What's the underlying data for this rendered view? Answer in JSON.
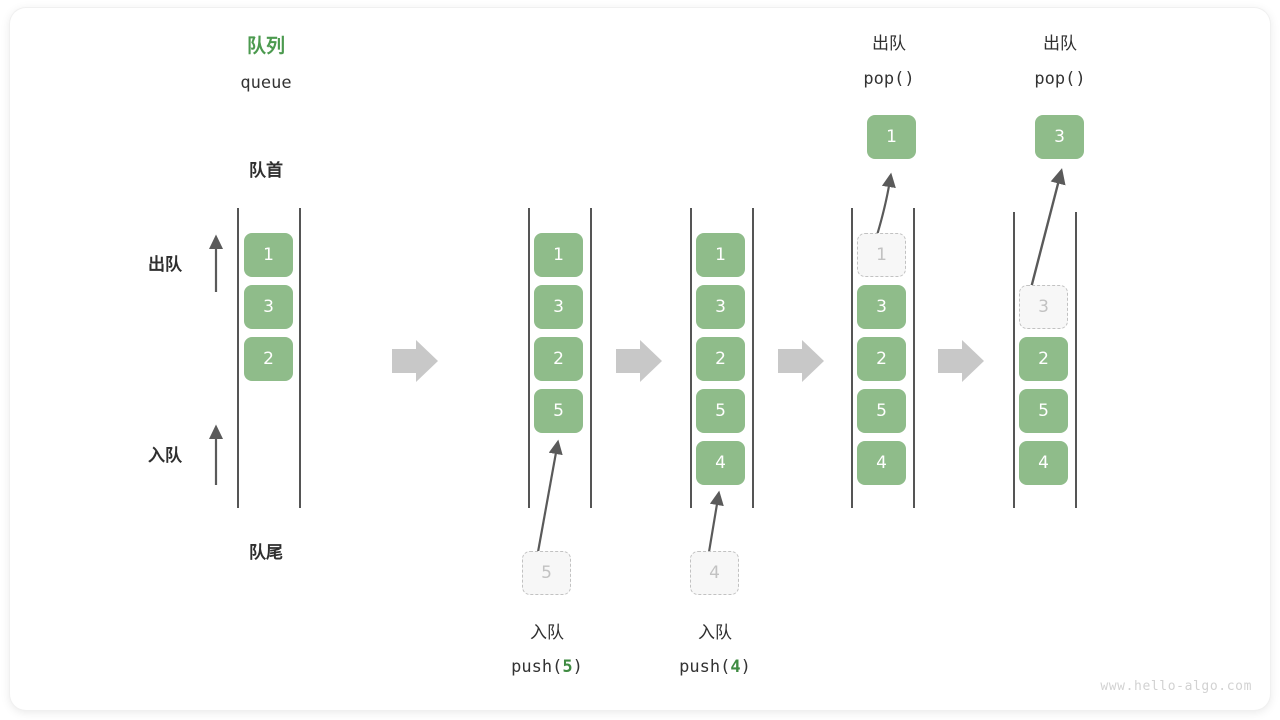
{
  "diagram": {
    "title_cn": "队列",
    "title_en": "queue",
    "front_label": "队首",
    "rear_label": "队尾",
    "dequeue_side_label": "出队",
    "enqueue_side_label": "入队",
    "watermark": "www.hello-algo.com",
    "accent_green": "#4c9a4f",
    "box_green": "#8fbc8a",
    "ghost_gray": "#c2c2c2",
    "arrow_gray": "#c8c8c8",
    "rail_gray": "#555555"
  },
  "panels": [
    {
      "id": "initial",
      "caption_cn": "",
      "caption_code": "",
      "items": [
        {
          "value": "1",
          "state": "filled"
        },
        {
          "value": "3",
          "state": "filled"
        },
        {
          "value": "2",
          "state": "filled"
        }
      ]
    },
    {
      "id": "push-5",
      "caption_cn": "入队",
      "caption_code_prefix": "push(",
      "caption_code_arg": "5",
      "caption_code_suffix": ")",
      "incoming_value": "5",
      "items": [
        {
          "value": "1",
          "state": "filled"
        },
        {
          "value": "3",
          "state": "filled"
        },
        {
          "value": "2",
          "state": "filled"
        },
        {
          "value": "5",
          "state": "filled"
        }
      ]
    },
    {
      "id": "push-4",
      "caption_cn": "入队",
      "caption_code_prefix": "push(",
      "caption_code_arg": "4",
      "caption_code_suffix": ")",
      "incoming_value": "4",
      "items": [
        {
          "value": "1",
          "state": "filled"
        },
        {
          "value": "3",
          "state": "filled"
        },
        {
          "value": "2",
          "state": "filled"
        },
        {
          "value": "5",
          "state": "filled"
        },
        {
          "value": "4",
          "state": "filled"
        }
      ]
    },
    {
      "id": "pop-1",
      "header_cn": "出队",
      "header_code": "pop()",
      "popped_value": "1",
      "items": [
        {
          "value": "1",
          "state": "ghost"
        },
        {
          "value": "3",
          "state": "filled"
        },
        {
          "value": "2",
          "state": "filled"
        },
        {
          "value": "5",
          "state": "filled"
        },
        {
          "value": "4",
          "state": "filled"
        }
      ]
    },
    {
      "id": "pop-3",
      "header_cn": "出队",
      "header_code": "pop()",
      "popped_value": "3",
      "items": [
        {
          "value": "",
          "state": "empty"
        },
        {
          "value": "3",
          "state": "ghost"
        },
        {
          "value": "2",
          "state": "filled"
        },
        {
          "value": "5",
          "state": "filled"
        },
        {
          "value": "4",
          "state": "filled"
        }
      ]
    }
  ],
  "flow_arrows": [
    {
      "name": "step-arrow-1"
    },
    {
      "name": "step-arrow-2"
    },
    {
      "name": "step-arrow-3"
    },
    {
      "name": "step-arrow-4"
    }
  ]
}
